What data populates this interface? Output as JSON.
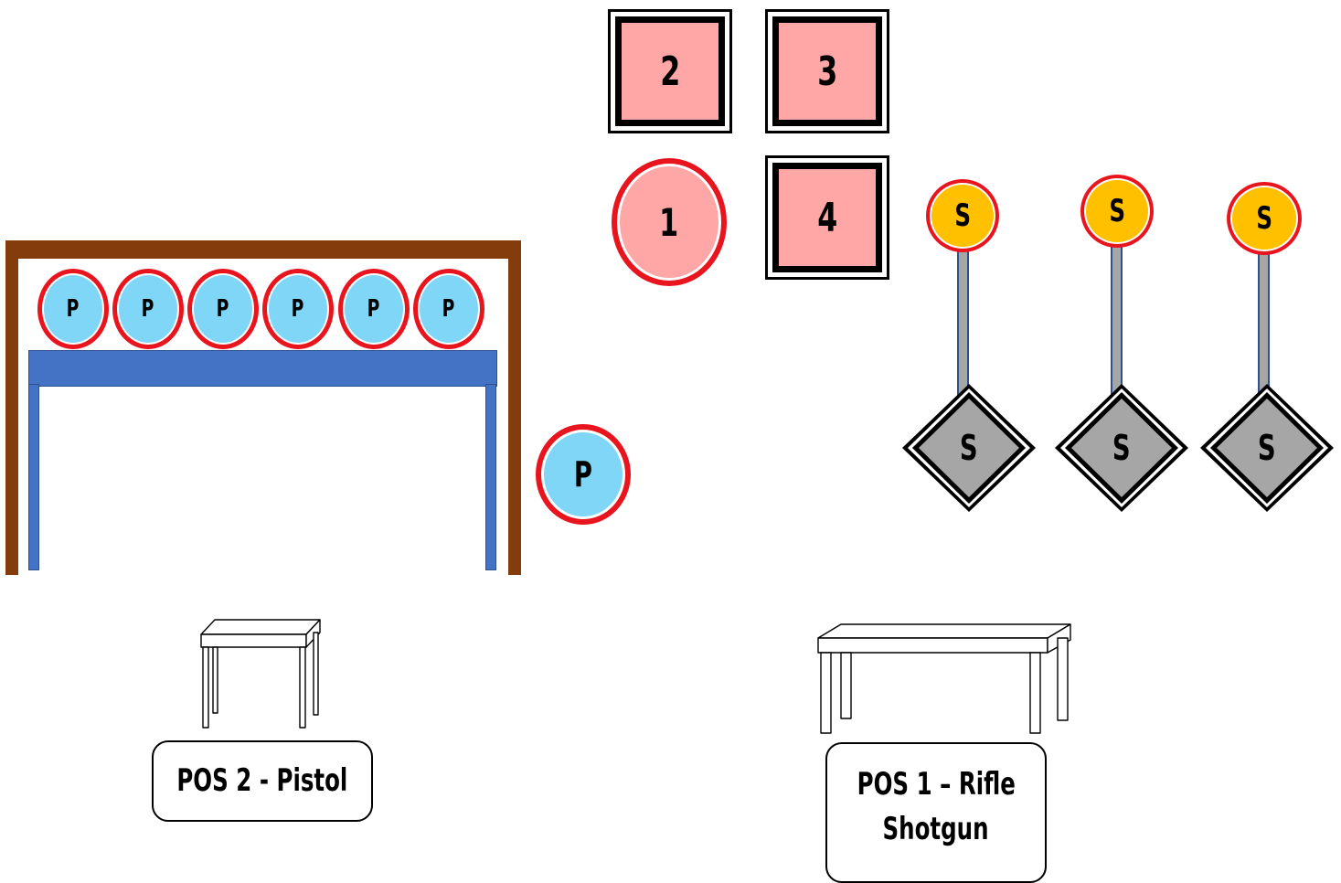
{
  "square_targets": [
    {
      "label": "2"
    },
    {
      "label": "3"
    },
    {
      "label": "4"
    }
  ],
  "round_target_1": {
    "label": "1"
  },
  "pistol_rack_targets": [
    "P",
    "P",
    "P",
    "P",
    "P",
    "P"
  ],
  "pistol_standalone_target": {
    "label": "P"
  },
  "shotgun_round_targets": [
    "S",
    "S",
    "S"
  ],
  "shotgun_diamond_targets": [
    "S",
    "S",
    "S"
  ],
  "positions": {
    "pos2": {
      "line1": "POS  2  - Pistol"
    },
    "pos1": {
      "line1": "POS  1  –  Rifle",
      "line2": "Shotgun"
    }
  },
  "colors": {
    "square_fill": "#ffa6a6",
    "round_target_fill": "#ffa6a6",
    "target_ring": "#e8141e",
    "pistol_target_fill": "#7fd6f6",
    "shotgun_round_fill": "#ffc000",
    "shotgun_diamond_fill": "#a6a6a6",
    "rack_frame": "#843c0c",
    "rack_table": "#4472c4",
    "stem": "#a6a6a6"
  }
}
